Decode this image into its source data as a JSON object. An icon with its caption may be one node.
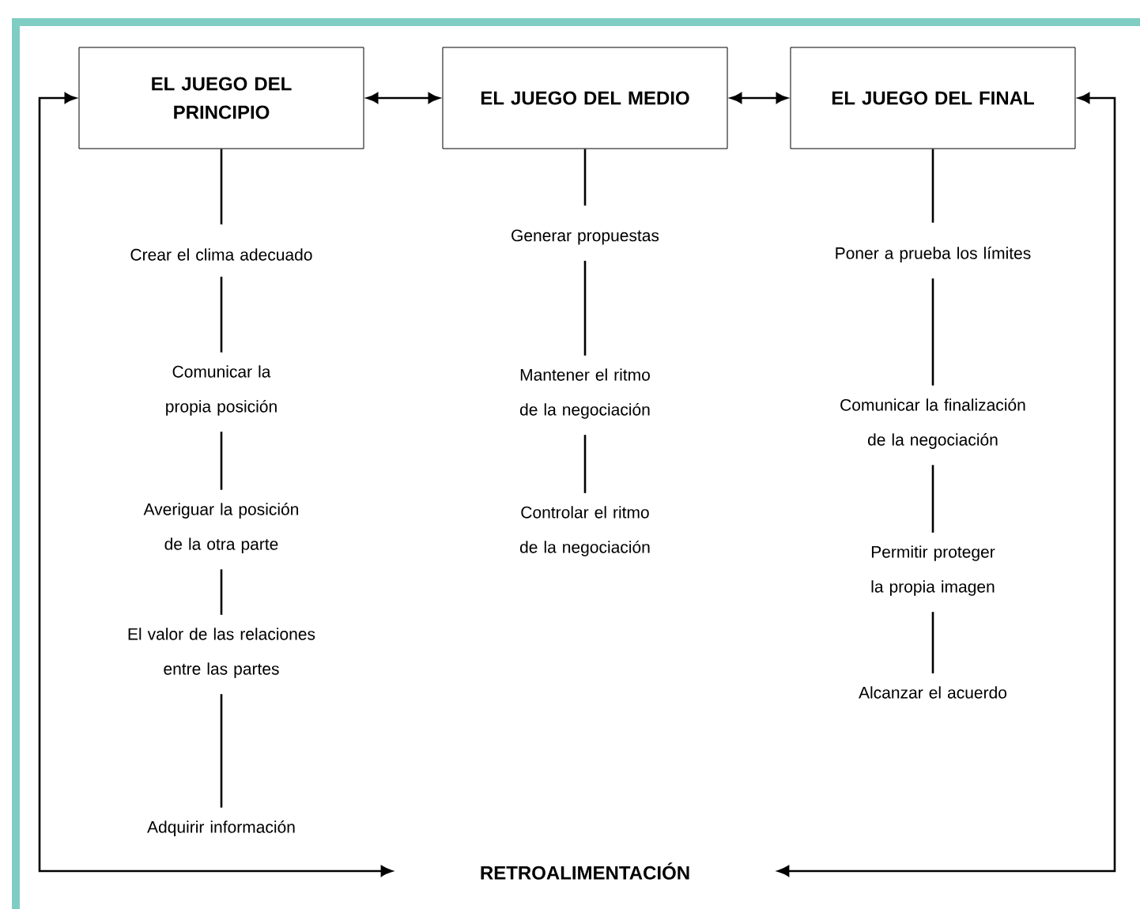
{
  "diagram": {
    "nodes": [
      {
        "text": [
          "EL JUEGO DEL PRINCIPIO"
        ]
      },
      {
        "text": [
          "EL JUEGO DEL MEDIO"
        ]
      },
      {
        "text": [
          "EL JUEGO DEL FINAL"
        ]
      },
      {
        "text": [
          "Crear el clima adecuado"
        ]
      },
      {
        "text": [
          "Comunicar la propia posición"
        ]
      },
      {
        "text": [
          "Averiguar la posición de la otra parte"
        ]
      },
      {
        "text": [
          "El valor de las relaciones entre las partes"
        ]
      },
      {
        "text": [
          "Adquirir información"
        ]
      },
      {
        "text": [
          "Generar propuestas"
        ]
      },
      {
        "text": [
          "Mantener el ritmo de la negociación"
        ]
      },
      {
        "text": [
          "Controlar el ritmo de la negociación"
        ]
      },
      {
        "text": [
          "Poner a prueba los límites"
        ]
      },
      {
        "text": [
          "Comunicar la finalización de la negociación"
        ]
      },
      {
        "text": [
          "Permitir proteger la propia imagen"
        ]
      },
      {
        "text": [
          "Alcanzar el acuerdo"
        ]
      },
      {
        "text": [
          "RETROALIMENTACIÓN"
        ]
      }
    ],
    "edges": [
      {
        "from": 0,
        "to": 1,
        "arrow": "both"
      },
      {
        "from": 1,
        "to": 2,
        "arrow": "both"
      },
      {
        "from": 0,
        "to": 3,
        "arrow": "none"
      },
      {
        "from": 3,
        "to": 4,
        "arrow": "none"
      },
      {
        "from": 4,
        "to": 5,
        "arrow": "none"
      },
      {
        "from": 5,
        "to": 6,
        "arrow": "none"
      },
      {
        "from": 6,
        "to": 7,
        "arrow": "none"
      },
      {
        "from": 1,
        "to": 8,
        "arrow": "none"
      },
      {
        "from": 8,
        "to": 9,
        "arrow": "none"
      },
      {
        "from": 9,
        "to": 10,
        "arrow": "none"
      },
      {
        "from": 2,
        "to": 11,
        "arrow": "none"
      },
      {
        "from": 11,
        "to": 12,
        "arrow": "none"
      },
      {
        "from": 12,
        "to": 13,
        "arrow": "none"
      },
      {
        "from": 13,
        "to": 14,
        "arrow": "none"
      },
      {
        "from": 15,
        "to": 0,
        "arrow": "both"
      },
      {
        "from": 15,
        "to": 2,
        "arrow": "both"
      }
    ]
  }
}
